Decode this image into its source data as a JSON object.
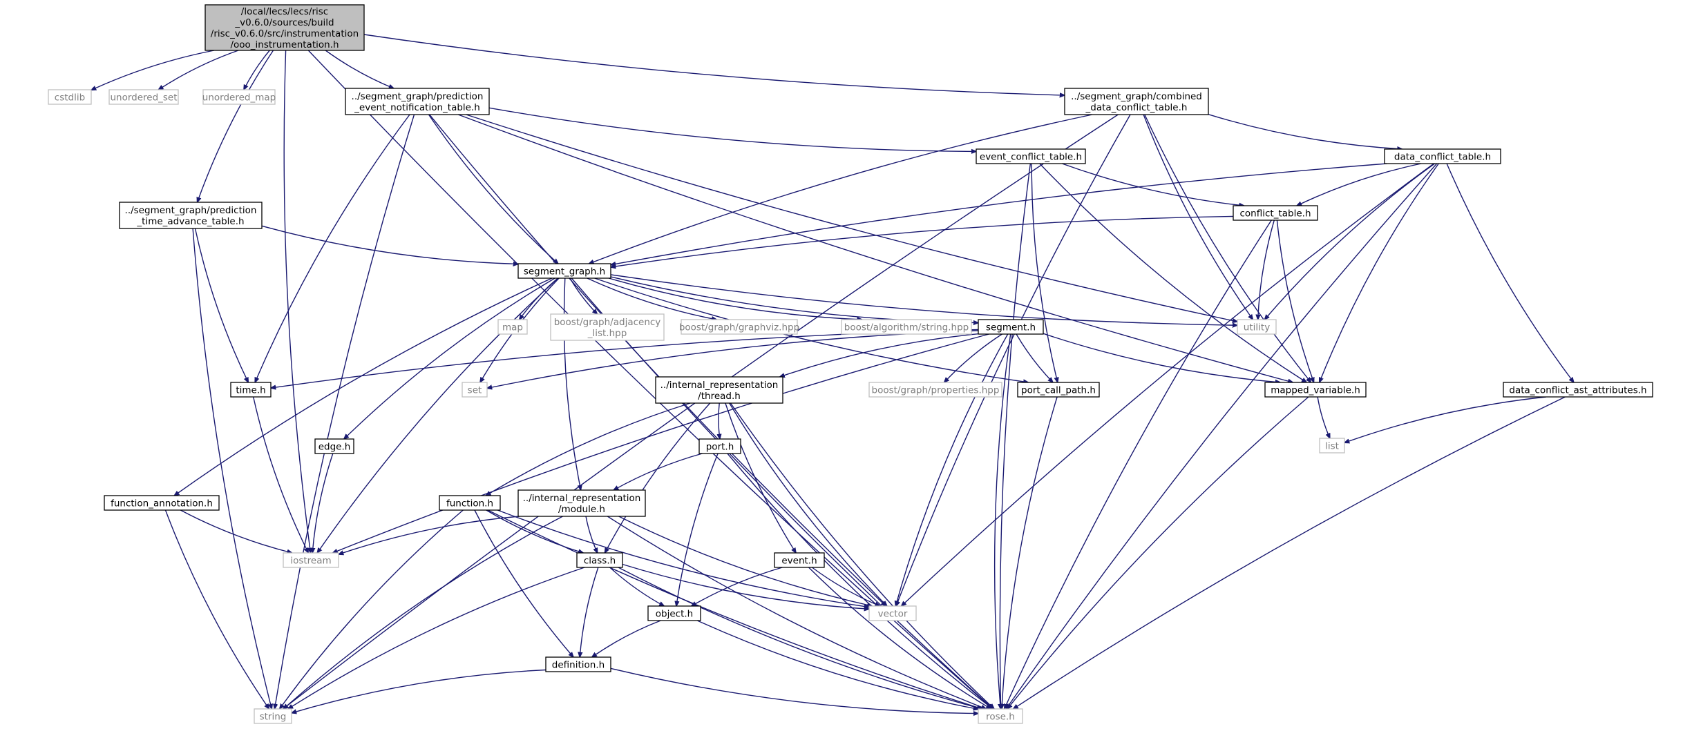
{
  "colors": {
    "edge": "#191970",
    "main_fill": "#bfbfbf",
    "local_border": "#000000",
    "system_border": "#bfbfbf",
    "system_text": "#7f7f7f"
  },
  "nodes": [
    {
      "id": "main",
      "kind": "main",
      "lines": [
        "/local/lecs/lecs/risc",
        "_v0.6.0/sources/build",
        "/risc_v0.6.0/src/instrumentation",
        "/ooo_instrumentation.h"
      ]
    },
    {
      "id": "cstdlib",
      "kind": "system",
      "lines": [
        "cstdlib"
      ]
    },
    {
      "id": "unordered_set",
      "kind": "system",
      "lines": [
        "unordered_set"
      ]
    },
    {
      "id": "unordered_map",
      "kind": "system",
      "lines": [
        "unordered_map"
      ]
    },
    {
      "id": "pent",
      "kind": "local",
      "lines": [
        "../segment_graph/prediction",
        "_event_notification_table.h"
      ]
    },
    {
      "id": "cdct",
      "kind": "local",
      "lines": [
        "../segment_graph/combined",
        "_data_conflict_table.h"
      ]
    },
    {
      "id": "ptat",
      "kind": "local",
      "lines": [
        "../segment_graph/prediction",
        "_time_advance_table.h"
      ]
    },
    {
      "id": "ect",
      "kind": "local",
      "lines": [
        "event_conflict_table.h"
      ]
    },
    {
      "id": "dct",
      "kind": "local",
      "lines": [
        "data_conflict_table.h"
      ]
    },
    {
      "id": "ct",
      "kind": "local",
      "lines": [
        "conflict_table.h"
      ]
    },
    {
      "id": "sg",
      "kind": "local",
      "lines": [
        "segment_graph.h"
      ]
    },
    {
      "id": "map",
      "kind": "system",
      "lines": [
        "map"
      ]
    },
    {
      "id": "adj",
      "kind": "system",
      "lines": [
        "boost/graph/adjacency",
        "_list.hpp"
      ]
    },
    {
      "id": "gviz",
      "kind": "system",
      "lines": [
        "boost/graph/graphviz.hpp"
      ]
    },
    {
      "id": "algstr",
      "kind": "system",
      "lines": [
        "boost/algorithm/string.hpp"
      ]
    },
    {
      "id": "segment",
      "kind": "local",
      "lines": [
        "segment.h"
      ]
    },
    {
      "id": "utility",
      "kind": "system",
      "lines": [
        "utility"
      ]
    },
    {
      "id": "time",
      "kind": "local",
      "lines": [
        "time.h"
      ]
    },
    {
      "id": "set",
      "kind": "system",
      "lines": [
        "set"
      ]
    },
    {
      "id": "thread",
      "kind": "local",
      "lines": [
        "../internal_representation",
        "/thread.h"
      ]
    },
    {
      "id": "props",
      "kind": "system",
      "lines": [
        "boost/graph/properties.hpp"
      ]
    },
    {
      "id": "pcp",
      "kind": "local",
      "lines": [
        "port_call_path.h"
      ]
    },
    {
      "id": "mv",
      "kind": "local",
      "lines": [
        "mapped_variable.h"
      ]
    },
    {
      "id": "dcaa",
      "kind": "local",
      "lines": [
        "data_conflict_ast_attributes.h"
      ]
    },
    {
      "id": "list",
      "kind": "system",
      "lines": [
        "list"
      ]
    },
    {
      "id": "edge",
      "kind": "local",
      "lines": [
        "edge.h"
      ]
    },
    {
      "id": "port",
      "kind": "local",
      "lines": [
        "port.h"
      ]
    },
    {
      "id": "fa",
      "kind": "local",
      "lines": [
        "function_annotation.h"
      ]
    },
    {
      "id": "function",
      "kind": "local",
      "lines": [
        "function.h"
      ]
    },
    {
      "id": "module",
      "kind": "local",
      "lines": [
        "../internal_representation",
        "/module.h"
      ]
    },
    {
      "id": "iostream",
      "kind": "system",
      "lines": [
        "iostream"
      ]
    },
    {
      "id": "class",
      "kind": "local",
      "lines": [
        "class.h"
      ]
    },
    {
      "id": "event",
      "kind": "local",
      "lines": [
        "event.h"
      ]
    },
    {
      "id": "object",
      "kind": "local",
      "lines": [
        "object.h"
      ]
    },
    {
      "id": "vector",
      "kind": "system",
      "lines": [
        "vector"
      ]
    },
    {
      "id": "definition",
      "kind": "local",
      "lines": [
        "definition.h"
      ]
    },
    {
      "id": "string",
      "kind": "system",
      "lines": [
        "string"
      ]
    },
    {
      "id": "rose",
      "kind": "system",
      "lines": [
        "rose.h"
      ]
    }
  ],
  "edges": [
    [
      "main",
      "cstdlib"
    ],
    [
      "main",
      "unordered_set"
    ],
    [
      "main",
      "unordered_map"
    ],
    [
      "main",
      "pent"
    ],
    [
      "main",
      "cdct"
    ],
    [
      "main",
      "ptat"
    ],
    [
      "main",
      "iostream"
    ],
    [
      "main",
      "rose"
    ],
    [
      "pent",
      "string"
    ],
    [
      "pent",
      "ect"
    ],
    [
      "pent",
      "sg"
    ],
    [
      "pent",
      "time"
    ],
    [
      "pent",
      "vector"
    ],
    [
      "pent",
      "utility"
    ],
    [
      "pent",
      "mv"
    ],
    [
      "cdct",
      "string"
    ],
    [
      "cdct",
      "sg"
    ],
    [
      "cdct",
      "dct"
    ],
    [
      "cdct",
      "utility"
    ],
    [
      "cdct",
      "vector"
    ],
    [
      "cdct",
      "mv"
    ],
    [
      "ptat",
      "sg"
    ],
    [
      "ptat",
      "time"
    ],
    [
      "ptat",
      "string"
    ],
    [
      "ect",
      "ct"
    ],
    [
      "ect",
      "rose"
    ],
    [
      "ect",
      "pcp"
    ],
    [
      "ect",
      "mv"
    ],
    [
      "dct",
      "ct"
    ],
    [
      "dct",
      "sg"
    ],
    [
      "dct",
      "utility"
    ],
    [
      "dct",
      "mv"
    ],
    [
      "dct",
      "dcaa"
    ],
    [
      "dct",
      "rose"
    ],
    [
      "dct",
      "vector"
    ],
    [
      "ct",
      "sg"
    ],
    [
      "ct",
      "utility"
    ],
    [
      "ct",
      "mv"
    ],
    [
      "ct",
      "rose"
    ],
    [
      "sg",
      "map"
    ],
    [
      "sg",
      "adj"
    ],
    [
      "sg",
      "gviz"
    ],
    [
      "sg",
      "algstr"
    ],
    [
      "sg",
      "segment"
    ],
    [
      "sg",
      "utility"
    ],
    [
      "sg",
      "set"
    ],
    [
      "sg",
      "edge"
    ],
    [
      "sg",
      "iostream"
    ],
    [
      "sg",
      "fa"
    ],
    [
      "sg",
      "module"
    ],
    [
      "sg",
      "pcp"
    ],
    [
      "sg",
      "rose"
    ],
    [
      "segment",
      "time"
    ],
    [
      "segment",
      "set"
    ],
    [
      "segment",
      "thread"
    ],
    [
      "segment",
      "props"
    ],
    [
      "segment",
      "pcp"
    ],
    [
      "segment",
      "mv"
    ],
    [
      "segment",
      "iostream"
    ],
    [
      "segment",
      "vector"
    ],
    [
      "segment",
      "rose"
    ],
    [
      "time",
      "iostream"
    ],
    [
      "edge",
      "iostream"
    ],
    [
      "thread",
      "port"
    ],
    [
      "thread",
      "function"
    ],
    [
      "thread",
      "class"
    ],
    [
      "thread",
      "event"
    ],
    [
      "thread",
      "vector"
    ],
    [
      "thread",
      "rose"
    ],
    [
      "port",
      "module"
    ],
    [
      "port",
      "object"
    ],
    [
      "port",
      "rose"
    ],
    [
      "function",
      "class"
    ],
    [
      "function",
      "vector"
    ],
    [
      "function",
      "definition"
    ],
    [
      "function",
      "string"
    ],
    [
      "function",
      "rose"
    ],
    [
      "module",
      "iostream"
    ],
    [
      "module",
      "class"
    ],
    [
      "module",
      "vector"
    ],
    [
      "module",
      "string"
    ],
    [
      "module",
      "rose"
    ],
    [
      "fa",
      "iostream"
    ],
    [
      "fa",
      "string"
    ],
    [
      "class",
      "object"
    ],
    [
      "class",
      "vector"
    ],
    [
      "class",
      "definition"
    ],
    [
      "class",
      "string"
    ],
    [
      "class",
      "rose"
    ],
    [
      "event",
      "object"
    ],
    [
      "event",
      "vector"
    ],
    [
      "event",
      "rose"
    ],
    [
      "object",
      "definition"
    ],
    [
      "object",
      "rose"
    ],
    [
      "definition",
      "string"
    ],
    [
      "definition",
      "rose"
    ],
    [
      "pcp",
      "rose"
    ],
    [
      "mv",
      "list"
    ],
    [
      "mv",
      "rose"
    ],
    [
      "dcaa",
      "list"
    ],
    [
      "dcaa",
      "rose"
    ]
  ]
}
